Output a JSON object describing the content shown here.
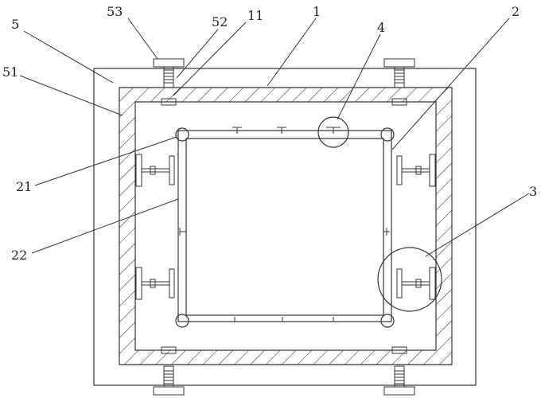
{
  "labels": {
    "l1": "1",
    "l2": "2",
    "l3": "3",
    "l4": "4",
    "l5": "5",
    "l11": "11",
    "l21": "21",
    "l22": "22",
    "l51": "51",
    "l52": "52",
    "l53": "53"
  },
  "colors": {
    "line": "#333333",
    "background": "#ffffff"
  }
}
